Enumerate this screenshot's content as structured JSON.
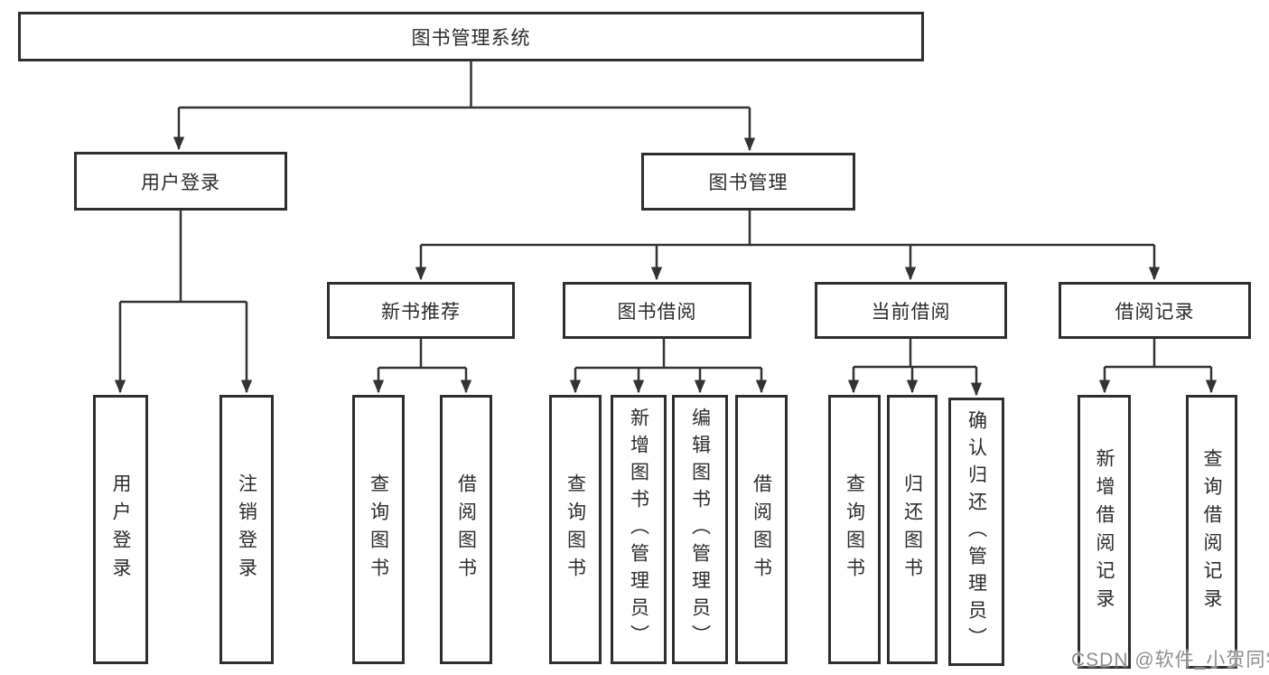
{
  "diagram": {
    "title": "图书管理系统",
    "nodes": {
      "root": "图书管理系统",
      "level2": {
        "user_login": "用户登录",
        "book_management": "图书管理"
      },
      "level3": {
        "new_book_recommend": "新书推荐",
        "book_borrowing": "图书借阅",
        "current_borrowing": "当前借阅",
        "borrowing_records": "借阅记录"
      },
      "leaves": {
        "user_login": "用户登录",
        "logout": "注销登录",
        "recommend_query_books": "查询图书",
        "recommend_borrow_books": "借阅图书",
        "borrowing_query_books": "查询图书",
        "borrowing_add_books_admin": "新增图书（管理员）",
        "borrowing_edit_books_admin": "编辑图书（管理员）",
        "borrowing_borrow_books": "借阅图书",
        "current_query_books": "查询图书",
        "current_return_books": "归还图书",
        "current_confirm_return_admin": "确认归还（管理员）",
        "records_add_borrow_record": "新增借阅记录",
        "records_query_borrow_record": "查询借阅记录"
      }
    }
  },
  "watermark": "CSDN @软件_小贺同学",
  "colors": {
    "line": "#333333",
    "box_border": "#2e2e2e",
    "text": "#2b2b2b",
    "background": "#ffffff",
    "watermark": "#8e8e8e"
  }
}
